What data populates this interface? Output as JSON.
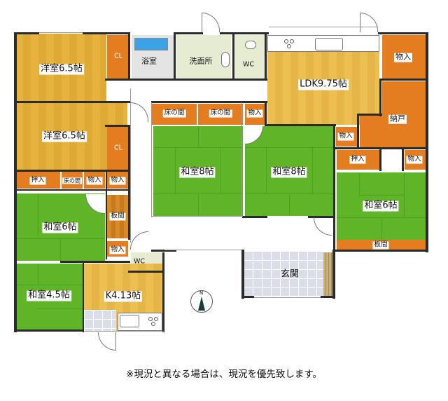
{
  "floor_plan": {
    "rooms": {
      "western_room_1": {
        "label": "洋室6.5帖",
        "closet": "CL"
      },
      "western_room_2": {
        "label": "洋室6.5帖",
        "closet": "CL"
      },
      "bathroom": {
        "label": "浴室"
      },
      "washroom": {
        "label": "洗面所"
      },
      "wc_main": {
        "label": "WC"
      },
      "ldk": {
        "label": "LDK9.75帖"
      },
      "storage_ne": {
        "label": "物入"
      },
      "nando": {
        "label": "納戸"
      },
      "storage_ldk": {
        "label": "物入"
      },
      "tokonoma_1": {
        "label": "床の間"
      },
      "tokonoma_2": {
        "label": "床の間"
      },
      "storage_center": {
        "label": "物入"
      },
      "japanese_8_left": {
        "label": "和室8帖"
      },
      "japanese_8_right": {
        "label": "和室8帖"
      },
      "oshiire_east": {
        "label": "押入"
      },
      "storage_east": {
        "label": "物入"
      },
      "japanese_6_east": {
        "label": "和室6帖"
      },
      "itama_east": {
        "label": "板間"
      },
      "oshiire_west": {
        "label": "押入"
      },
      "tokonoma_west": {
        "label": "床の間"
      },
      "storage_west_1": {
        "label": "物入"
      },
      "storage_west_2": {
        "label": "物入"
      },
      "japanese_6_west": {
        "label": "和室6帖"
      },
      "itama_west": {
        "label": "板間"
      },
      "storage_west_3": {
        "label": "物入"
      },
      "wc_small": {
        "label": "WC"
      },
      "japanese_4_5": {
        "label": "和室4.5帖"
      },
      "kitchen": {
        "label": "K4.13帖"
      },
      "entrance": {
        "label": "玄関"
      }
    },
    "compass": {
      "north_label": "N"
    },
    "colors": {
      "western_floor": "#e6b43c",
      "tatami": "#5fb428",
      "storage": "#e37d1f",
      "bath_tub": "#3aa3e8",
      "entrance_tile": "#d9dee8",
      "wall": "#2b2b2b"
    }
  },
  "footer_note": "※現況と異なる場合は、現況を優先致します。"
}
